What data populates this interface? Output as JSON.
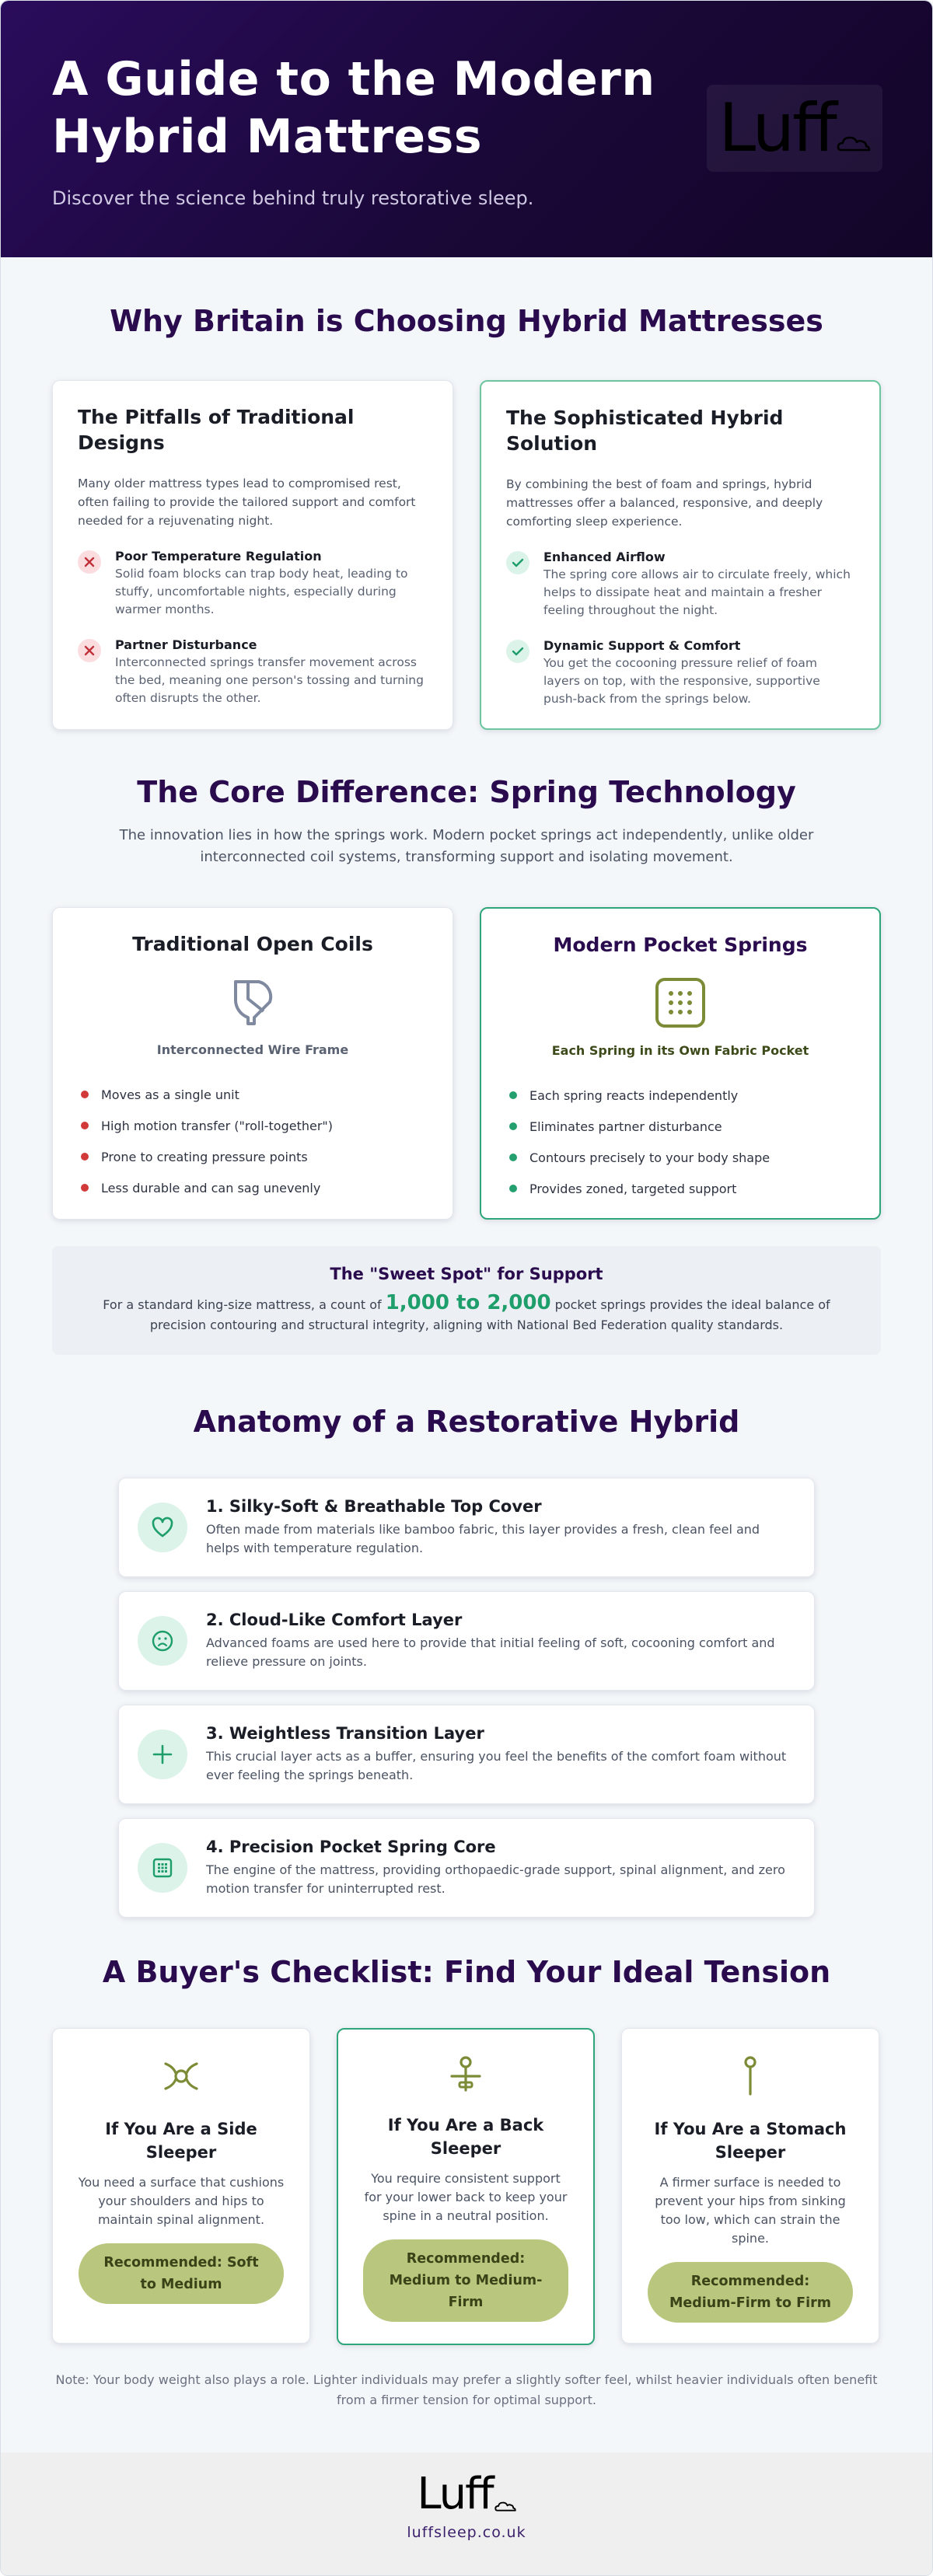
{
  "hero": {
    "title": "A Guide to the Modern Hybrid Mattress",
    "subtitle": "Discover the science behind truly restorative sleep.",
    "logo_text": "Luff"
  },
  "why": {
    "title": "Why Britain is Choosing Hybrid Mattresses",
    "traditional": {
      "title": "The Pitfalls of Traditional Designs",
      "intro": "Many older mattress types lead to compromised rest, often failing to provide the tailored support and comfort needed for a rejuvenating night.",
      "items": [
        {
          "title": "Poor Temperature Regulation",
          "desc": "Solid foam blocks can trap body heat, leading to stuffy, uncomfortable nights, especially during warmer months."
        },
        {
          "title": "Partner Disturbance",
          "desc": "Interconnected springs transfer movement across the bed, meaning one person's tossing and turning often disrupts the other."
        }
      ]
    },
    "hybrid": {
      "title": "The Sophisticated Hybrid Solution",
      "intro": "By combining the best of foam and springs, hybrid mattresses offer a balanced, responsive, and deeply comforting sleep experience.",
      "items": [
        {
          "title": "Enhanced Airflow",
          "desc": "The spring core allows air to circulate freely, which helps to dissipate heat and maintain a fresher feeling throughout the night."
        },
        {
          "title": "Dynamic Support & Comfort",
          "desc": "You get the cocooning pressure relief of foam layers on top, with the responsive, supportive push-back from the springs below."
        }
      ]
    }
  },
  "core": {
    "title": "The Core Difference: Spring Technology",
    "intro": "The innovation lies in how the springs work. Modern pocket springs act independently, unlike older interconnected coil systems, transforming support and isolating movement.",
    "traditional": {
      "title": "Traditional Open Coils",
      "caption": "Interconnected Wire Frame",
      "items": [
        "Moves as a single unit",
        "High motion transfer (\"roll-together\")",
        "Prone to creating pressure points",
        "Less durable and can sag unevenly"
      ]
    },
    "modern": {
      "title": "Modern Pocket Springs",
      "caption": "Each Spring in its Own Fabric Pocket",
      "items": [
        "Each spring reacts independently",
        "Eliminates partner disturbance",
        "Contours precisely to your body shape",
        "Provides zoned, targeted support"
      ]
    }
  },
  "sweet": {
    "title": "The \"Sweet Spot\" for Support",
    "before": "For a standard king-size mattress, a count of",
    "highlight": "1,000 to 2,000",
    "after": "pocket springs provides the ideal balance of precision contouring and structural integrity, aligning with National Bed Federation quality standards."
  },
  "anatomy": {
    "title": "Anatomy of a Restorative Hybrid",
    "layers": [
      {
        "icon": "heart-icon",
        "title": "1. Silky-Soft & Breathable Top Cover",
        "desc": "Often made from materials like bamboo fabric, this layer provides a fresh, clean feel and helps with temperature regulation."
      },
      {
        "icon": "face-icon",
        "title": "2. Cloud-Like Comfort Layer",
        "desc": "Advanced foams are used here to provide that initial feeling of soft, cocooning comfort and relieve pressure on joints."
      },
      {
        "icon": "plus-icon",
        "title": "3. Weightless Transition Layer",
        "desc": "This crucial layer acts as a buffer, ensuring you feel the benefits of the comfort foam without ever feeling the springs beneath."
      },
      {
        "icon": "grid-icon",
        "title": "4. Precision Pocket Spring Core",
        "desc": "The engine of the mattress, providing orthopaedic-grade support, spinal alignment, and zero motion transfer for uninterrupted rest."
      }
    ]
  },
  "checklist": {
    "title": "A Buyer's Checklist: Find Your Ideal Tension",
    "cards": [
      {
        "title": "If You Are a Side Sleeper",
        "desc": "You need a surface that cushions your shoulders and hips to maintain spinal alignment.",
        "rec": "Recommended: Soft to Medium"
      },
      {
        "title": "If You Are a Back Sleeper",
        "desc": "You require consistent support for your lower back to keep your spine in a neutral position.",
        "rec": "Recommended: Medium to Medium-Firm"
      },
      {
        "title": "If You Are a Stomach Sleeper",
        "desc": "A firmer surface is needed to prevent your hips from sinking too low, which can strain the spine.",
        "rec": "Recommended: Medium-Firm to Firm"
      }
    ],
    "note": "Note: Your body weight also plays a role. Lighter individuals may prefer a slightly softer feel, whilst heavier individuals often benefit from a firmer tension for optimal support."
  },
  "footer": {
    "logo_text": "Luff",
    "url": "luffsleep.co.uk"
  },
  "colors": {
    "hero_bg": "#1a0838",
    "accent_green": "#24a06f",
    "accent_olive": "#7b8b36",
    "heading": "#2a0c4e"
  }
}
